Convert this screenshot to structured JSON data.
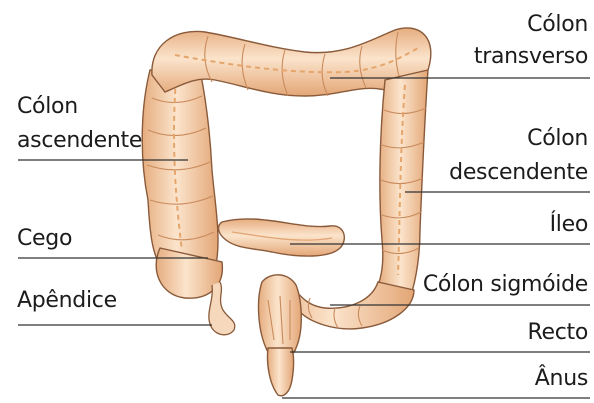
{
  "diagram": {
    "colors": {
      "tissue_fill": "#f7d3b0",
      "tissue_highlight": "#fdf0e2",
      "tissue_shadow": "#e2a979",
      "tissue_outline": "#8a5a3a",
      "leader_line": "#333333",
      "label_text": "#1c1c1c",
      "background": "#ffffff"
    },
    "labels": {
      "colon_ascendente_l1": "Cólon",
      "colon_ascendente_l2": "ascendente",
      "cego": "Cego",
      "apendice": "Apêndice",
      "colon_transverso_l1": "Cólon",
      "colon_transverso_l2": "transverso",
      "colon_descendente_l1": "Cólon",
      "colon_descendente_l2": "descendente",
      "ileo": "Íleo",
      "colon_sigmoide": "Cólon sigmóide",
      "recto": "Recto",
      "anus": "Ânus"
    }
  }
}
